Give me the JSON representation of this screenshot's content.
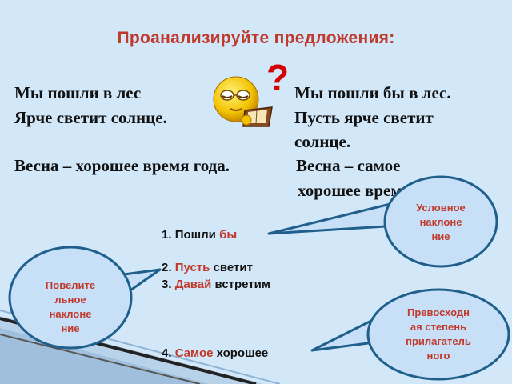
{
  "title": "Проанализируйте  предложения:",
  "question_mark": "?",
  "left_sentences": [
    "Мы пошли в лес",
    "Ярче светит солнце.",
    "Весна – хорошее время года."
  ],
  "right_sentences": [
    "Мы пошли бы в лес.",
    "Пусть ярче светит",
    "солнце.",
    "Весна – самое",
    "хорошее время."
  ],
  "examples": [
    {
      "num": "1.",
      "pre": "Пошли",
      "hl": "бы",
      "post": ""
    },
    {
      "num": "2.",
      "pre": "",
      "hl": "Пусть",
      "post": "светит"
    },
    {
      "num": "3.",
      "pre": "",
      "hl": "Давай",
      "post": "встретим"
    },
    {
      "num": "4.",
      "pre": "",
      "hl": "Самое",
      "post": "хорошее"
    }
  ],
  "bubbles": {
    "conditional": [
      "Условное",
      "наклоне",
      "ние"
    ],
    "imperative": [
      "Повелите",
      "льное",
      "наклоне",
      "ние"
    ],
    "superlative": [
      "Превосходн",
      "ая степень",
      "прилагатель",
      "ного"
    ]
  },
  "colors": {
    "title": "#c0392b",
    "highlight": "#c0392b",
    "bubble_fill": "#c7dff7",
    "bubble_stroke": "#1f5f8b",
    "question": "#d40000"
  },
  "icons": {
    "reading_emoji": "reading-smiley-with-glasses-icon"
  }
}
